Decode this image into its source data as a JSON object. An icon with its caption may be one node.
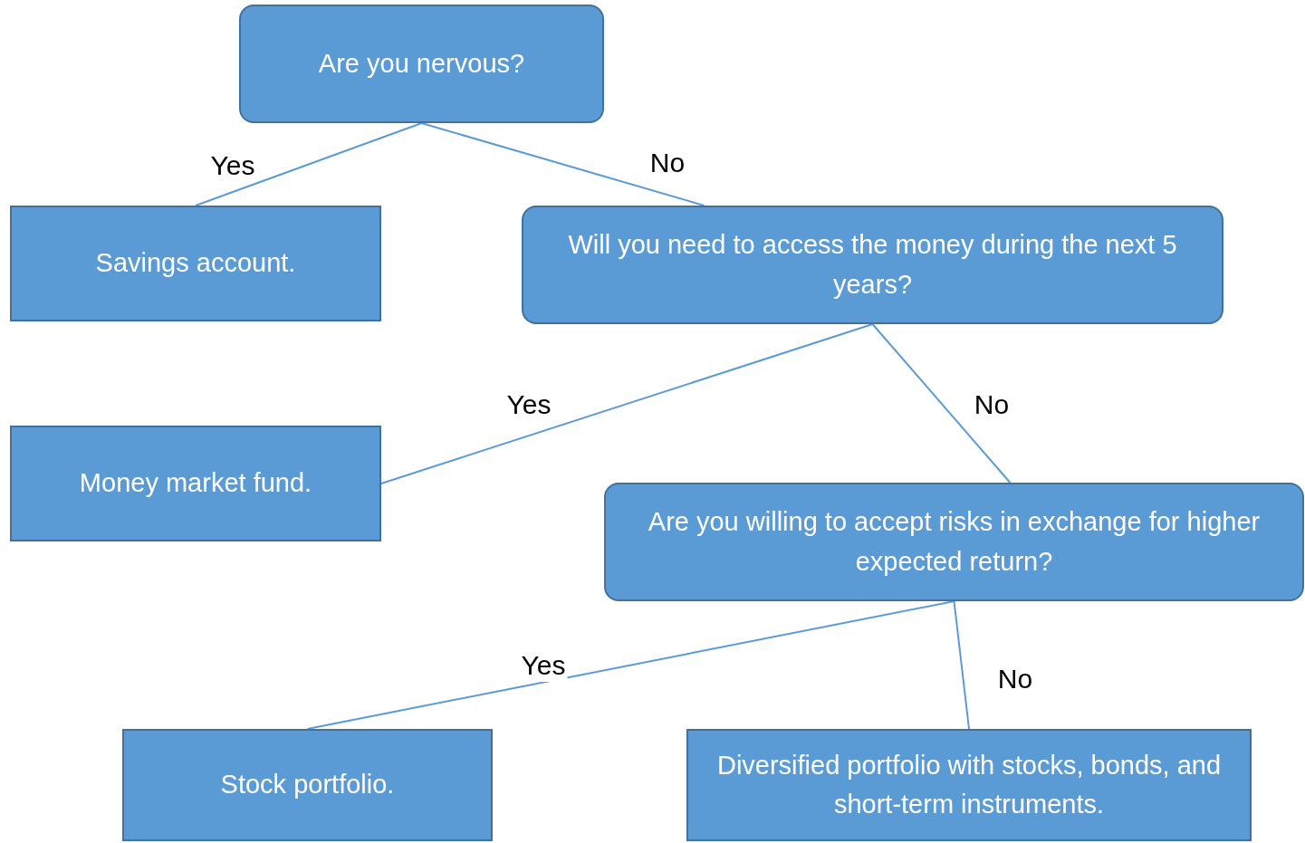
{
  "diagram": {
    "nodes": [
      {
        "text": [
          "Are you nervous?"
        ]
      },
      {
        "text": [
          "Savings account."
        ]
      },
      {
        "text": [
          "Will you need to access the money during the next 5 years?"
        ]
      },
      {
        "text": [
          "Money market fund."
        ]
      },
      {
        "text": [
          "Are you willing to accept risks in exchange for higher expected return?"
        ]
      },
      {
        "text": [
          "Stock portfolio."
        ]
      },
      {
        "text": [
          "Diversified portfolio with stocks, bonds, and short-term instruments."
        ]
      }
    ],
    "edges": [
      {
        "from": 0,
        "to": 1,
        "arrow": "none",
        "label": "Yes"
      },
      {
        "from": 0,
        "to": 2,
        "arrow": "none",
        "label": "No"
      },
      {
        "from": 2,
        "to": 3,
        "arrow": "none",
        "label": "Yes"
      },
      {
        "from": 2,
        "to": 4,
        "arrow": "none",
        "label": "No"
      },
      {
        "from": 4,
        "to": 5,
        "arrow": "none",
        "label": "Yes"
      },
      {
        "from": 4,
        "to": 6,
        "arrow": "none",
        "label": "No"
      }
    ]
  }
}
